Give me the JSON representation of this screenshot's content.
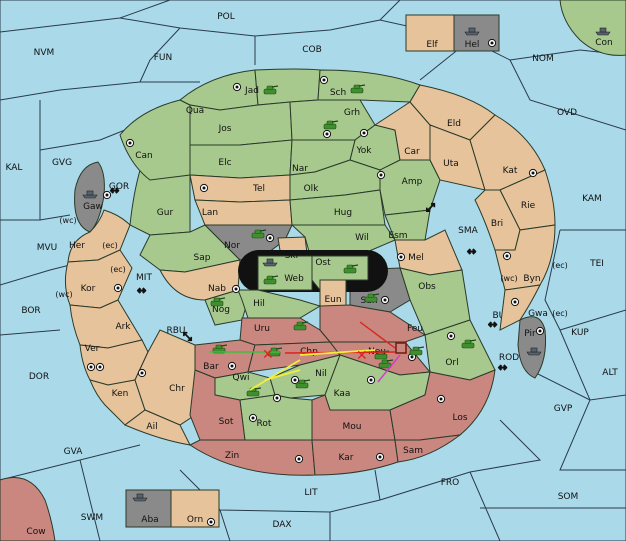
{
  "colors": {
    "sea": "#aadaea",
    "green": "#a7c98d",
    "tan": "#e6c39a",
    "red": "#c9877f",
    "neutral": "#8a8a8a",
    "supply_center": "#111111",
    "army": "#3f8f2f",
    "fleet": "#56626e",
    "move_red": "#d8261d",
    "move_yellow": "#f2ee3a",
    "move_green": "#3fbf3f",
    "move_magenta": "#d03ec8"
  },
  "sea_regions": {
    "pol": "POL",
    "nvm": "NVM",
    "fun": "FUN",
    "cob": "COB",
    "nom": "NOM",
    "ovd": "OVD",
    "kal": "KAL",
    "gvg": "GVG",
    "kam": "KAM",
    "mvu": "MVU",
    "sma": "SMA",
    "tei": "TEI",
    "mit": "MIT",
    "bor": "BOR",
    "buc": "BUC",
    "kup": "KUP",
    "rbu": "RBU",
    "rod": "ROD",
    "dor": "DOR",
    "alt": "ALT",
    "gvp": "GVP",
    "gva": "GVA",
    "fro": "FRO",
    "lit": "LIT",
    "som": "SOM",
    "swm": "SWM",
    "dax": "DAX",
    "gor": "GOR"
  },
  "land_regions": {
    "elf": "Elf",
    "hel": "Hel",
    "con": "Con",
    "jad": "Jad",
    "sch": "Sch",
    "qua": "Qua",
    "jos": "Jos",
    "grh": "Grh",
    "eld": "Eld",
    "can": "Can",
    "yok": "Yok",
    "car": "Car",
    "uta": "Uta",
    "kat": "Kat",
    "elc": "Elc",
    "nar": "Nar",
    "amp": "Amp",
    "gaw": "Gaw",
    "tel": "Tel",
    "olk": "Olk",
    "gur": "Gur",
    "lan": "Lan",
    "hug": "Hug",
    "rie": "Rie",
    "bri": "Bri",
    "esm": "Esm",
    "wil": "Wil",
    "skr": "Skr",
    "nor": "Nor",
    "ost": "Ost",
    "her": "Her",
    "sap": "Sap",
    "web": "Web",
    "mel": "Mel",
    "byn": "Byn",
    "kor": "Kor",
    "nab": "Nab",
    "eun": "Eun",
    "sun": "Sun",
    "obs": "Obs",
    "gwa": "Gwa",
    "hil": "Hil",
    "ark": "Ark",
    "nog": "Nog",
    "uru": "Uru",
    "feu": "Feu",
    "pir": "Pir",
    "ver": "Ver",
    "chp": "Chp",
    "neu": "Neu",
    "bar": "Bar",
    "orl": "Orl",
    "qwi": "Qwi",
    "nil": "Nil",
    "ken": "Ken",
    "chr": "Chr",
    "kaa": "Kaa",
    "ail": "Ail",
    "sot": "Sot",
    "rot": "Rot",
    "mou": "Mou",
    "los": "Los",
    "zin": "Zin",
    "kar": "Kar",
    "sam": "Sam",
    "aba": "Aba",
    "orn": "Orn",
    "cow": "Cow"
  },
  "coast_notes": {
    "her_wc": "(wc)",
    "her_ec": "(ec)",
    "kor_wc": "(wc)",
    "kor_ec": "(ec)",
    "byn_wc": "(wc)",
    "byn_ec": "(ec)",
    "gwa_ec": "(ec)"
  }
}
